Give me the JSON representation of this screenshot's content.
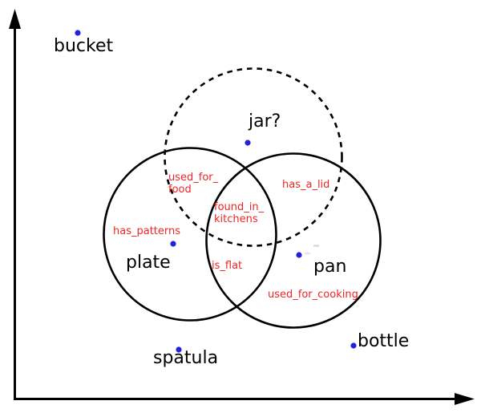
{
  "diagram": {
    "title": "venn-diagram-of-kitchen-objects",
    "colors": {
      "background": "#ffffff",
      "axis": "#000000",
      "circle_stroke": "#000000",
      "point_fill": "#2121de",
      "point_label_text": "#000000",
      "attribute_text": "#ee2525",
      "faint_artifact": "#d9d9d9"
    },
    "points": [
      {
        "label": "bucket"
      },
      {
        "label": "jar?"
      },
      {
        "label": "plate"
      },
      {
        "label": "pan"
      },
      {
        "label": "spatula"
      },
      {
        "label": "bottle"
      }
    ],
    "labels": {
      "bucket": "bucket",
      "jar": "jar?",
      "plate": "plate",
      "pan": "pan",
      "spatula": "spatula",
      "bottle": "bottle"
    },
    "attributes": {
      "used_for_food": "used_for_\nfood",
      "has_a_lid": "has_a_lid",
      "found_in_kitchens": "found_in_\nkitchens",
      "has_patterns": "has_patterns",
      "is_flat": "is_flat",
      "used_for_cooking": "used_for_cooking"
    },
    "circles": [
      {
        "id": "jar-circle",
        "stroke_style": "dashed"
      },
      {
        "id": "plate-circle",
        "stroke_style": "solid"
      },
      {
        "id": "pan-circle",
        "stroke_style": "solid"
      }
    ]
  }
}
